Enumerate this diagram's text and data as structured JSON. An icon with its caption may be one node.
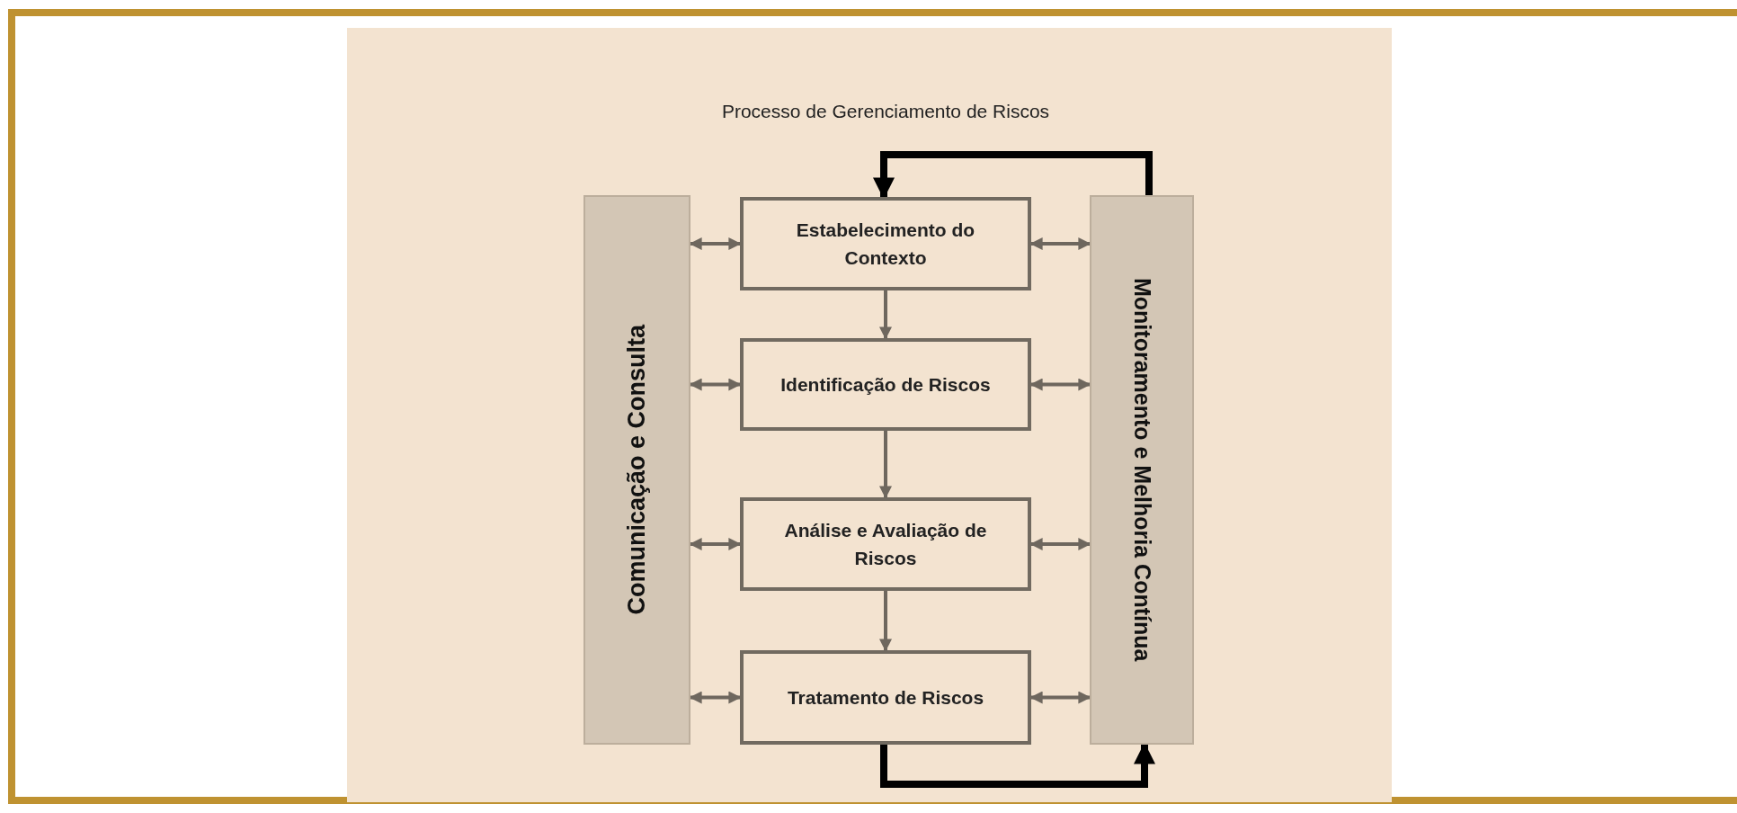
{
  "diagram": {
    "title": "Processo de Gerenciamento de Riscos",
    "nodes": [
      {
        "text": [
          "Comunicação e Consulta"
        ]
      },
      {
        "text": [
          "Estabelecimento do Contexto"
        ]
      },
      {
        "text": [
          "Identificação de Riscos"
        ]
      },
      {
        "text": [
          "Análise e Avaliação de Riscos"
        ]
      },
      {
        "text": [
          "Tratamento de Riscos"
        ]
      },
      {
        "text": [
          "Monitoramento e Melhoria Contínua"
        ]
      }
    ],
    "edges": [
      {
        "from": 0,
        "to": 1,
        "arrow": "both"
      },
      {
        "from": 0,
        "to": 2,
        "arrow": "both"
      },
      {
        "from": 0,
        "to": 3,
        "arrow": "both"
      },
      {
        "from": 0,
        "to": 4,
        "arrow": "both"
      },
      {
        "from": 1,
        "to": 2,
        "arrow": "to"
      },
      {
        "from": 2,
        "to": 3,
        "arrow": "to"
      },
      {
        "from": 3,
        "to": 4,
        "arrow": "to"
      },
      {
        "from": 1,
        "to": 5,
        "arrow": "both"
      },
      {
        "from": 2,
        "to": 5,
        "arrow": "both"
      },
      {
        "from": 3,
        "to": 5,
        "arrow": "both"
      },
      {
        "from": 4,
        "to": 5,
        "arrow": "both"
      },
      {
        "from": 4,
        "to": 5,
        "arrow": "to",
        "style": "thick",
        "color": "#000000"
      },
      {
        "from": 5,
        "to": 1,
        "arrow": "to",
        "style": "thick",
        "color": "#000000"
      }
    ]
  }
}
